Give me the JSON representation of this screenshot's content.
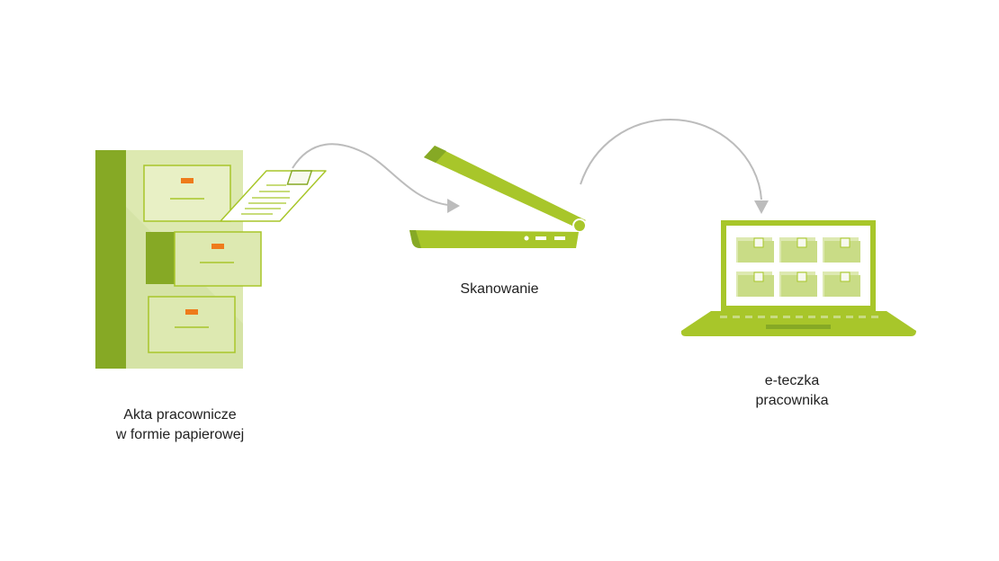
{
  "steps": [
    {
      "id": "archive",
      "lines": [
        "Akta pracownicze",
        "w formie papierowej"
      ],
      "icon": "filing-cabinet-icon"
    },
    {
      "id": "scan",
      "lines": [
        "Skanowanie"
      ],
      "icon": "flatbed-scanner-icon"
    },
    {
      "id": "efolder",
      "lines": [
        "e-teczka",
        "pracownika"
      ],
      "icon": "laptop-folders-icon"
    }
  ],
  "colors": {
    "green_dark": "#86a925",
    "green_mid": "#a8c62a",
    "green_light": "#dde9b1",
    "green_pale": "#e8f0c5",
    "orange": "#ee7b1b",
    "arrow_gray": "#bcbcbc",
    "text": "#222222"
  }
}
